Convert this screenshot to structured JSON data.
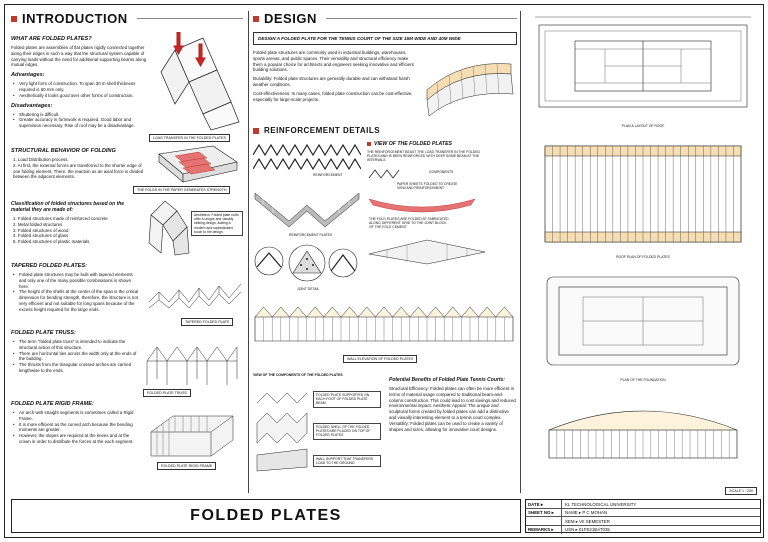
{
  "intro": {
    "title": "INTRODUCTION",
    "what_heading": "WHAT ARE FOLDED PLATES?",
    "what_text": "Folded plates are assemblies of flat plates rigidly connected together along their edges in such a way that the structural system capable of carrying loads without the need for additional supporting beams along mutual edges.",
    "adv_heading": "Advantages:",
    "adv_items": [
      "Very light form of construction. To span 30 m shell thickness required is 60 mm only.",
      "Aesthetically it looks good over other forms of construction."
    ],
    "disadv_heading": "Disadvantages:",
    "disadv_items": [
      "Shuttering is difficult.",
      "Greater accuracy in formwork is required. Good labor and supervision necessary. Rise of roof may be a disadvantage."
    ],
    "fig1_caption": "LOAD TRANSFER IN THE FOLDED PLATES",
    "behav_heading": "STRUCTURAL BEHAVIOR OF FOLDING",
    "behav_items": [
      "1.   Load Distribution process.",
      "2.   At first, the external forces are transferred to the shorter edge of one folding element. There, the reaction as an axial force is divided between the adjacent elements."
    ],
    "fig2_caption": "THE FOLDS IN THE PAPER GENERATES STRENGTH",
    "class_heading": "Classification of folded structures based on the material they are made of:",
    "class_items": [
      "1.   Folded structures made of reinforced concrete",
      "2.   Metal folded structures",
      "3.   Folded structures of wood",
      "4.   Folded structures of glass",
      "5.   Folded structures of plastic materials"
    ],
    "aesthetic_note": "Aesthetics: Folded plate roofs offer a unique and visually striking design, adding a modern and sophisticated touch to the design.",
    "tapered_heading": "TAPERED FOLDED PLATES:",
    "tapered_items": [
      "Folded plate structures may be built with tapered elements and only one of the many possible combinations is shown here.",
      "The height of the shells at the center of the span is the critical dimension for bending strength, therefore, the structure is not very efficient and not suitable for long spans because of the excess height required for the large ends."
    ],
    "tapered_caption": "TAPERED FOLDED PLATE",
    "truss_heading": "FOLDED PLATE TRUSS:",
    "truss_items": [
      "The term \"folded plate truss\" is intended to indicate the structural action of this structure.",
      "There are horizontal ties across the width only at the ends of the building.",
      "The thrusts from the triangular crossed arches are carried lengthwise to the ends."
    ],
    "truss_caption": "FOLDED PLATE TRUSS",
    "rigid_heading": "FOLDED PLATE RIGID FRAME:",
    "rigid_items": [
      "An arch with straight segments is sometimes called a Rigid Frame.",
      "It is more efficient as the curved arch because the bending moments are greater.",
      "However, the slopes are required at the knees and at the crown in order to distribute the forces at the each segment."
    ],
    "rigid_caption": "FOLDED PLATE RIGID FRAME"
  },
  "design": {
    "title": "DESIGN",
    "box_text": "DESIGN A FOLDED PLATE FOR THE TENNIS COURT OF THE SIZE 15M WIDE AND 40M WIDE",
    "para1": "Folded plate structures are commonly used in industrial buildings, warehouses, sports arenas, and public spaces. Their versatility and structural efficiency make them a popular choice for architects and engineers seeking innovative and efficient building solutions.",
    "para2": "Durability: Folded plate structures are generally durable and can withstand harsh weather conditions.",
    "para3": "Cost-effectiveness: In many cases, folded plate construction can be cost-effective, especially for large-scale projects.",
    "reinf_title": "REINFORCEMENT DETAILS",
    "view_title": "VIEW OF THE FOLDED PLATES",
    "lbl_reinf": "REINFORCEMENT",
    "lbl_reinf_plates": "REINFORCEMENT PLATES",
    "lbl_joint": "JOINT DETAIL",
    "lbl_components": "COMPONENTS",
    "note_top": "THE REINFORCEMENT BEAST THE LOAD TRANSFER IN THE FOLDED PLATES AND IS BEEN REINFORCED WITH DEEP SOME BEAM AT THE INTERVALS",
    "note_sheet": "PAPER SHEETS FOLDED TO CREATE VIEW AND REINFORCEMENT",
    "note_fold": "THE FOLD PLATES ARE FOLDED AT FABRICATED ALONG DIFFERENT GRID TO THE JOINT BLOCK OF THE FOLD CEMENT",
    "wall_caption": "WALL ELEVATION OF FOLDED PLATES",
    "comp_caption": "VIEW OF THE COMPONENTS OF THE FOLDED PLATES",
    "comp_note1": "FOLDED PLATE SUPPORTED ON EACH FOOT OF FOLDED PLATE BEAM",
    "comp_note2": "FOLDED SHELL OF THE FOLDED PLATES ARE PLACED ON TOP OF FOLDED PLATES",
    "comp_note3": "WALL SUPPORT THAT TRANSFERS LOAD TO THE GROUND",
    "benefits_heading": "Potential Benefits of Folded Plate Tennis Courts:",
    "benefits_text": "Structural Efficiency: Folded plates can often be more efficient in terms of material usage compared to traditional beam-and-column construction. This could lead to cost savings and reduced environmental impact. Aesthetic Appeal: The unique and sculptural forms created by folded plates can add a distinctive and visually interesting element to a tennis court complex. Versatility: Folded plates can be used to create a variety of shapes and sizes, allowing for innovative court designs."
  },
  "drawings": {
    "plan1_caption": "PLAN & LAYOUT OF ROOF",
    "plan2_caption": "ROOF PLAN OF FOLDED PLATES",
    "plan3_caption": "PLAN OF THE FOUNDATION",
    "scale": "SCALE 1 : 200"
  },
  "footer": {
    "title": "FOLDED PLATES",
    "rows": [
      {
        "k": "DATE ▸",
        "v": "KL TECHNOLOGICAL UNIVERSITY"
      },
      {
        "k": "SHEET NO ▸",
        "v": "NAME ▸ P C MOHAN"
      },
      {
        "k": "",
        "v": "SEM ▸ VII SEMESTER"
      },
      {
        "k": "REMARKS ▸",
        "v": "USN ▸ 01FE21BAT035"
      }
    ]
  }
}
